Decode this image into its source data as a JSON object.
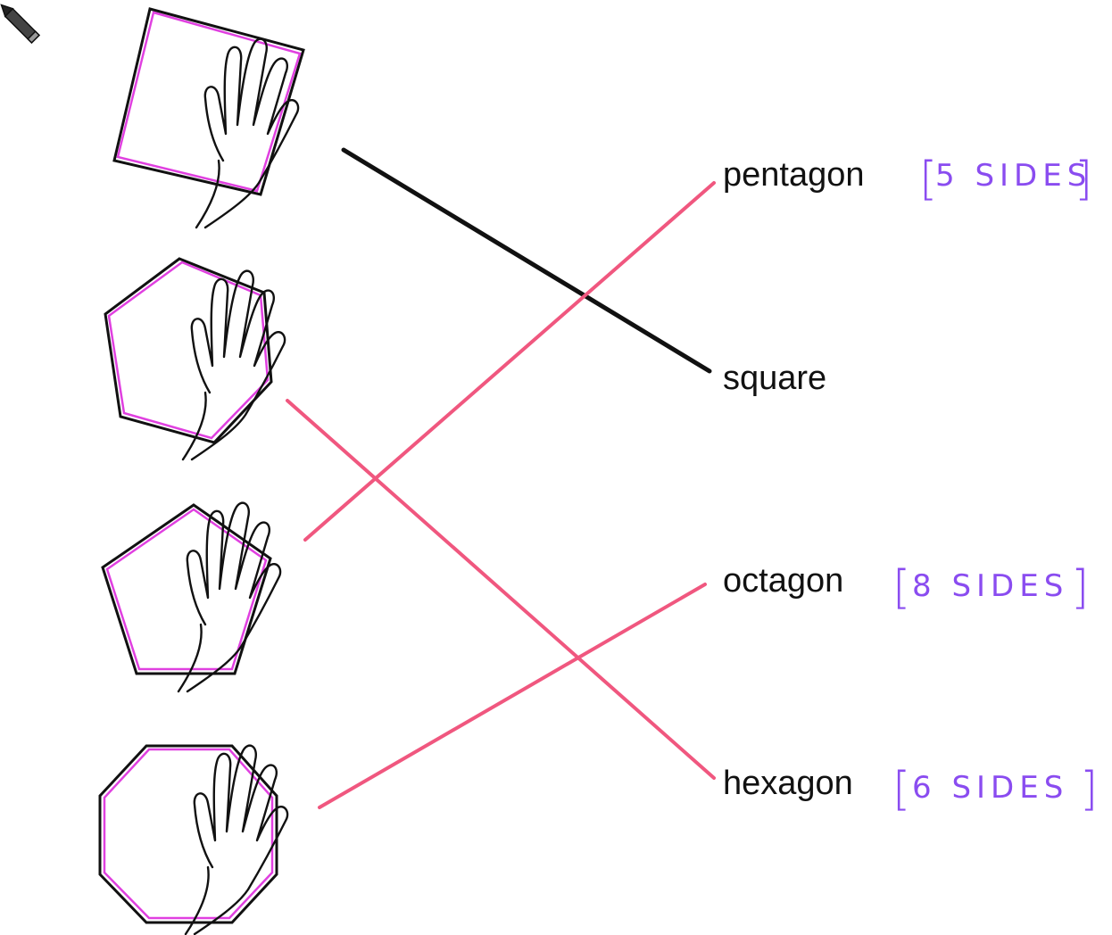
{
  "colors": {
    "ink": "#111111",
    "pink": "#f0577f",
    "magenta": "#e040e0",
    "purple": "#8a4cf0"
  },
  "icons": {
    "pencil": "pencil-icon",
    "hand": "hand-icon"
  },
  "words": [
    {
      "id": "pentagon",
      "label": "pentagon",
      "note": "5 SIDES"
    },
    {
      "id": "square",
      "label": "square",
      "note": ""
    },
    {
      "id": "octagon",
      "label": "octagon",
      "note": "8 SIDES"
    },
    {
      "id": "hexagon",
      "label": "hexagon",
      "note": "6 SIDES"
    }
  ],
  "shapes": [
    {
      "id": "square",
      "sides": 4,
      "matched_word": "square",
      "line_color": "ink"
    },
    {
      "id": "hexagon",
      "sides": 6,
      "matched_word": "hexagon",
      "line_color": "pink"
    },
    {
      "id": "pentagon",
      "sides": 5,
      "matched_word": "pentagon",
      "line_color": "pink"
    },
    {
      "id": "octagon",
      "sides": 8,
      "matched_word": "octagon",
      "line_color": "pink"
    }
  ]
}
